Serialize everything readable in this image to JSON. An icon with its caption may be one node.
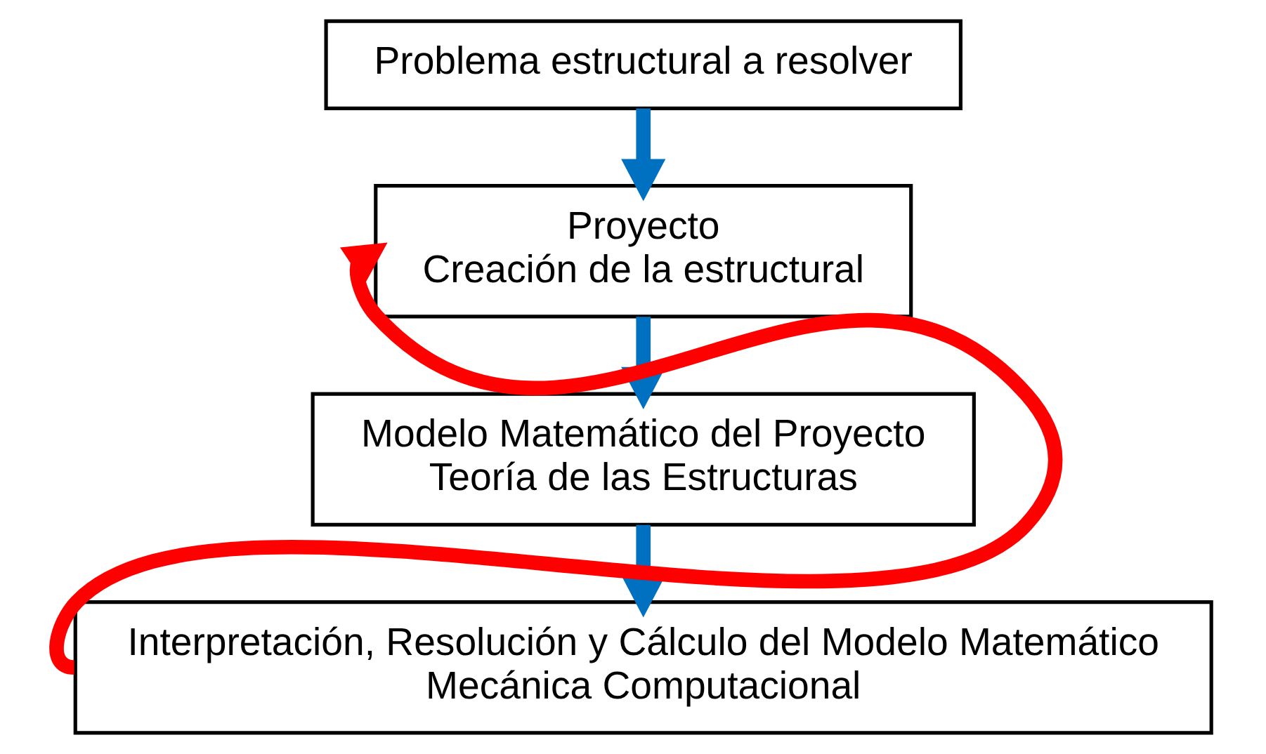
{
  "diagram": {
    "nodes": [
      {
        "text": [
          "Problema estructural a resolver"
        ]
      },
      {
        "text": [
          "Proyecto",
          "Creación de la estructural"
        ]
      },
      {
        "text": [
          "Modelo Matemático del Proyecto",
          "Teoría de las Estructuras"
        ]
      },
      {
        "text": [
          "Interpretación, Resolución y Cálculo del Modelo Matemático",
          "Mecánica Computacional"
        ]
      }
    ],
    "edges": [
      {
        "from": 0,
        "to": 1,
        "arrow": "to"
      },
      {
        "from": 1,
        "to": 2,
        "arrow": "to"
      },
      {
        "from": 2,
        "to": 3,
        "arrow": "to"
      },
      {
        "from": 3,
        "to": 1,
        "arrow": "to",
        "color": "#ff0000"
      }
    ]
  }
}
